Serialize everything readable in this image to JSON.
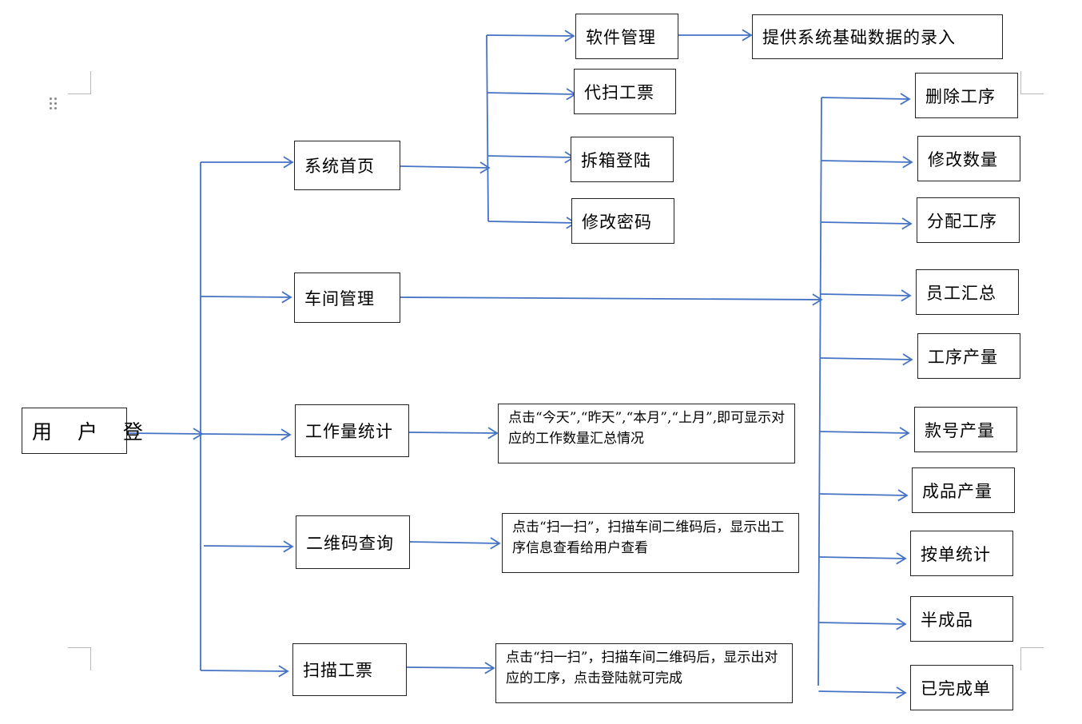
{
  "root": {
    "label": "用 户 登"
  },
  "level1": {
    "home": "系统首页",
    "workshop": "车间管理",
    "workload": "工作量统计",
    "qrcode": "二维码查询",
    "scan": "扫描工票"
  },
  "home_children": {
    "software": "软件管理",
    "proxy_scan": "代扫工票",
    "unbox_login": "拆箱登陆",
    "change_password": "修改密码"
  },
  "software_detail": "提供系统基础数据的录入",
  "workshop_children": [
    "删除工序",
    "修改数量",
    "分配工序",
    "员工汇总",
    "工序产量",
    "款号产量",
    "成品产量",
    "按单统计",
    "半成品",
    "已完成单"
  ],
  "descriptions": {
    "workload": "点击“今天”,“昨天”,“本月”,“上月”,即可显示对应的工作数量汇总情况",
    "qrcode": "点击“扫一扫”，扫描车间二维码后，显示出工序信息查看给用户查看",
    "scan": "点击“扫一扫”，扫描车间二维码后，显示出对应的工序，点击登陆就可完成"
  },
  "colors": {
    "connector": "#4472c4",
    "border": "#222222"
  }
}
